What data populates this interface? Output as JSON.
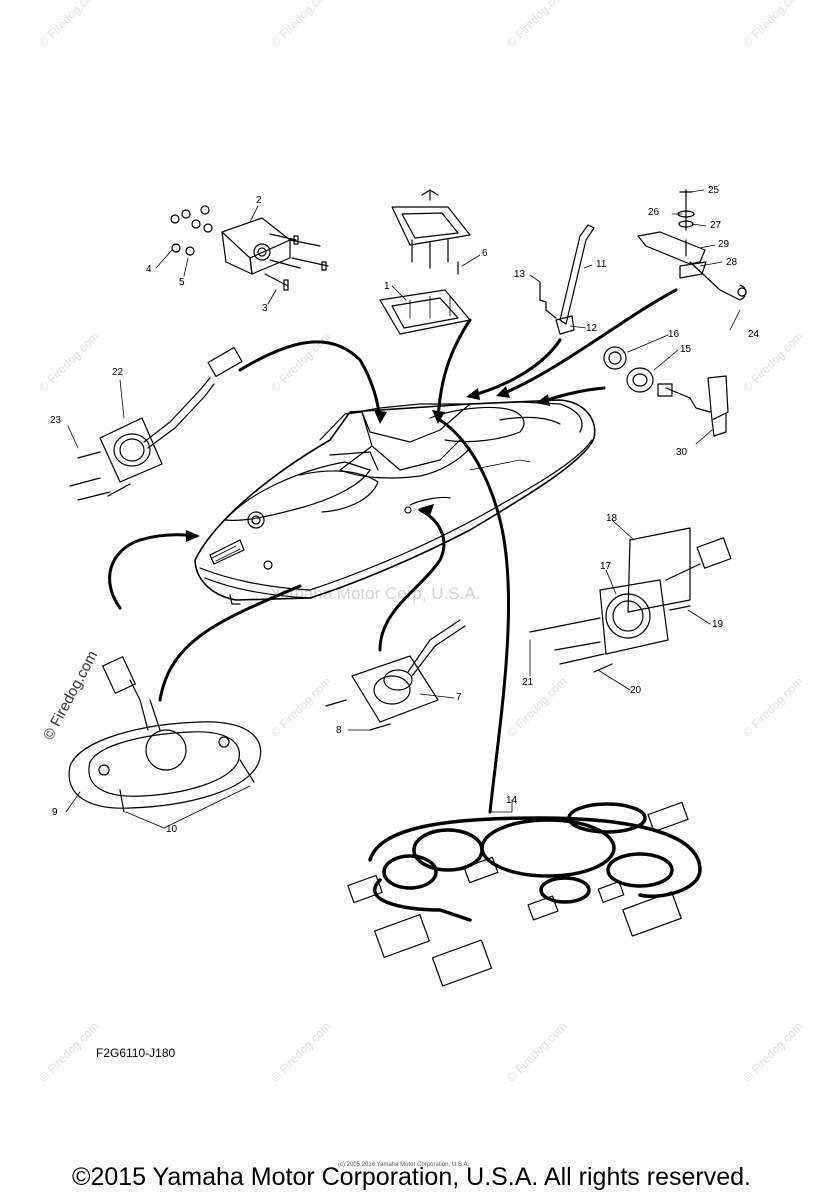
{
  "watermark": {
    "site": "© Firedog.com",
    "corp": "Yamaha Motor Corp, U.S.A."
  },
  "callouts": [
    "1",
    "2",
    "3",
    "4",
    "5",
    "6",
    "7",
    "8",
    "9",
    "10",
    "11",
    "12",
    "13",
    "14",
    "15",
    "16",
    "17",
    "18",
    "19",
    "20",
    "21",
    "22",
    "23",
    "24",
    "25",
    "26",
    "27",
    "28",
    "29",
    "30"
  ],
  "drawing_code": "F2G6110-J180",
  "fine_print": "(c) 2005 2016 Yamaha Motor Corporation, U.S.A.",
  "footer": "©2015 Yamaha Motor Corporation, U.S.A. All rights reserved."
}
